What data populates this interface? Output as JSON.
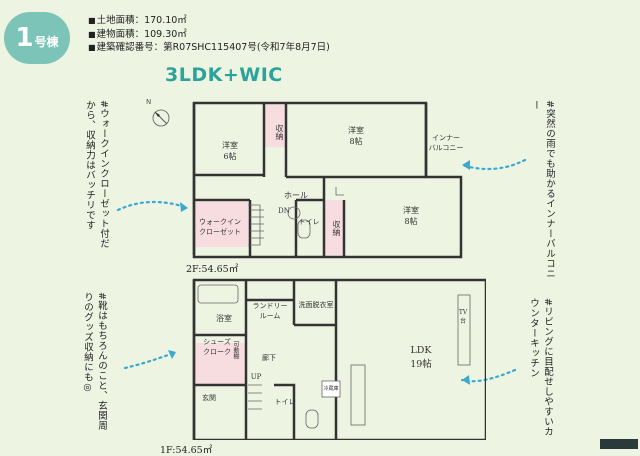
{
  "badge": {
    "number": "1",
    "unit": "号棟"
  },
  "specs": {
    "land_area": "土地面積：170.10㎡",
    "building_area": "建物面積：109.30㎡",
    "confirmation_no": "建築確認番号：第R07SHC115407号(令和7年8月7日)"
  },
  "plan_title": "3LDK+WIC",
  "notes": {
    "top_left": "#ウォークインクローゼット付だから、収納力はバッチリです",
    "bottom_left": "#靴はもちろんのこと、玄関周りのグッズ収納にも◎",
    "top_right": "#突然の雨でも助かるインナーバルコニー",
    "bottom_right": "#リビングに目配せしやすいカウンターキッチン"
  },
  "floor2": {
    "label": "2F:54.65㎡",
    "rooms": {
      "western6": "洋室\n6帖",
      "storage_a": "収納",
      "western8_top": "洋室\n8帖",
      "inner_balcony": "インナー\nバルコニー",
      "hall": "ホール",
      "dn": "DN",
      "western8_right": "洋室\n8帖",
      "storage_b": "収納",
      "toilet": "トイレ",
      "wic": "ウォークイン\nクローゼット"
    }
  },
  "floor1": {
    "label": "1F:54.65㎡",
    "rooms": {
      "bath": "浴室",
      "laundry": "ランドリー\nルーム",
      "dressing": "洗面脱衣室",
      "shoe_closet": "シューズ\nクローク",
      "storage_c": "可動棚",
      "hallway": "廊下",
      "ldk": "LDK\n19帖",
      "tv": "TV\n台",
      "up": "UP",
      "entrance": "玄関",
      "toilet": "トイレ",
      "pantry": "冷蔵庫"
    }
  },
  "colors": {
    "accent": "#2aa39a",
    "badge": "#7cc4b7",
    "background": "#eef4e2",
    "pink": "#f7dde0",
    "arrow": "#3aa8d0"
  }
}
